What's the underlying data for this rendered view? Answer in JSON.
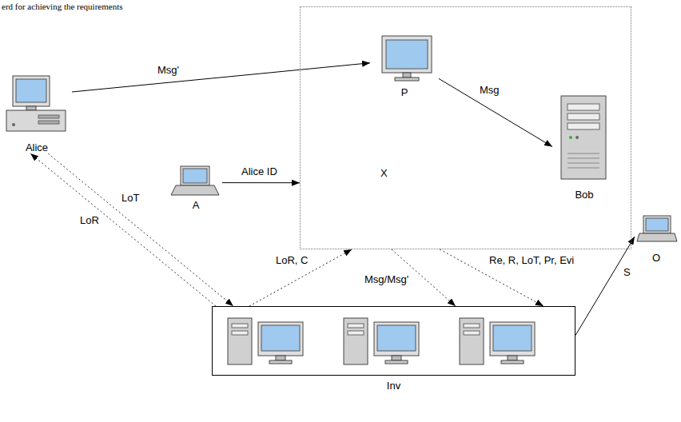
{
  "diagram": {
    "nodes": [
      {
        "text": [
          "X"
        ]
      },
      {
        "text": [
          "P"
        ],
        "in": 0
      },
      {
        "text": [
          "Bob"
        ],
        "in": 0
      },
      {
        "text": [
          "Alice"
        ]
      },
      {
        "text": [
          "A"
        ]
      },
      {
        "text": [
          "O"
        ]
      },
      {
        "text": [
          "Inv"
        ]
      }
    ],
    "edges": [
      {
        "from": 3,
        "to": 1,
        "label": "Msg'",
        "arrow": "to"
      },
      {
        "from": 1,
        "to": 2,
        "label": "Msg",
        "arrow": "to"
      },
      {
        "from": 4,
        "to": 0,
        "label": "Alice ID",
        "arrow": "to"
      },
      {
        "from": 3,
        "to": 6,
        "label": "LoT",
        "arrow": "to"
      },
      {
        "from": 6,
        "to": 3,
        "label": "LoR",
        "arrow": "to"
      },
      {
        "from": 6,
        "to": 0,
        "label": "LoR, C",
        "arrow": "to"
      },
      {
        "from": 0,
        "to": 6,
        "label": "Msg/Msg'",
        "arrow": "to"
      },
      {
        "from": 0,
        "to": 6,
        "label": "Re, R, LoT, Pr, Evi",
        "arrow": "to"
      },
      {
        "from": 6,
        "to": 5,
        "label": "S",
        "arrow": "to"
      }
    ],
    "labels": [
      "erd for achieving the requirements"
    ]
  }
}
